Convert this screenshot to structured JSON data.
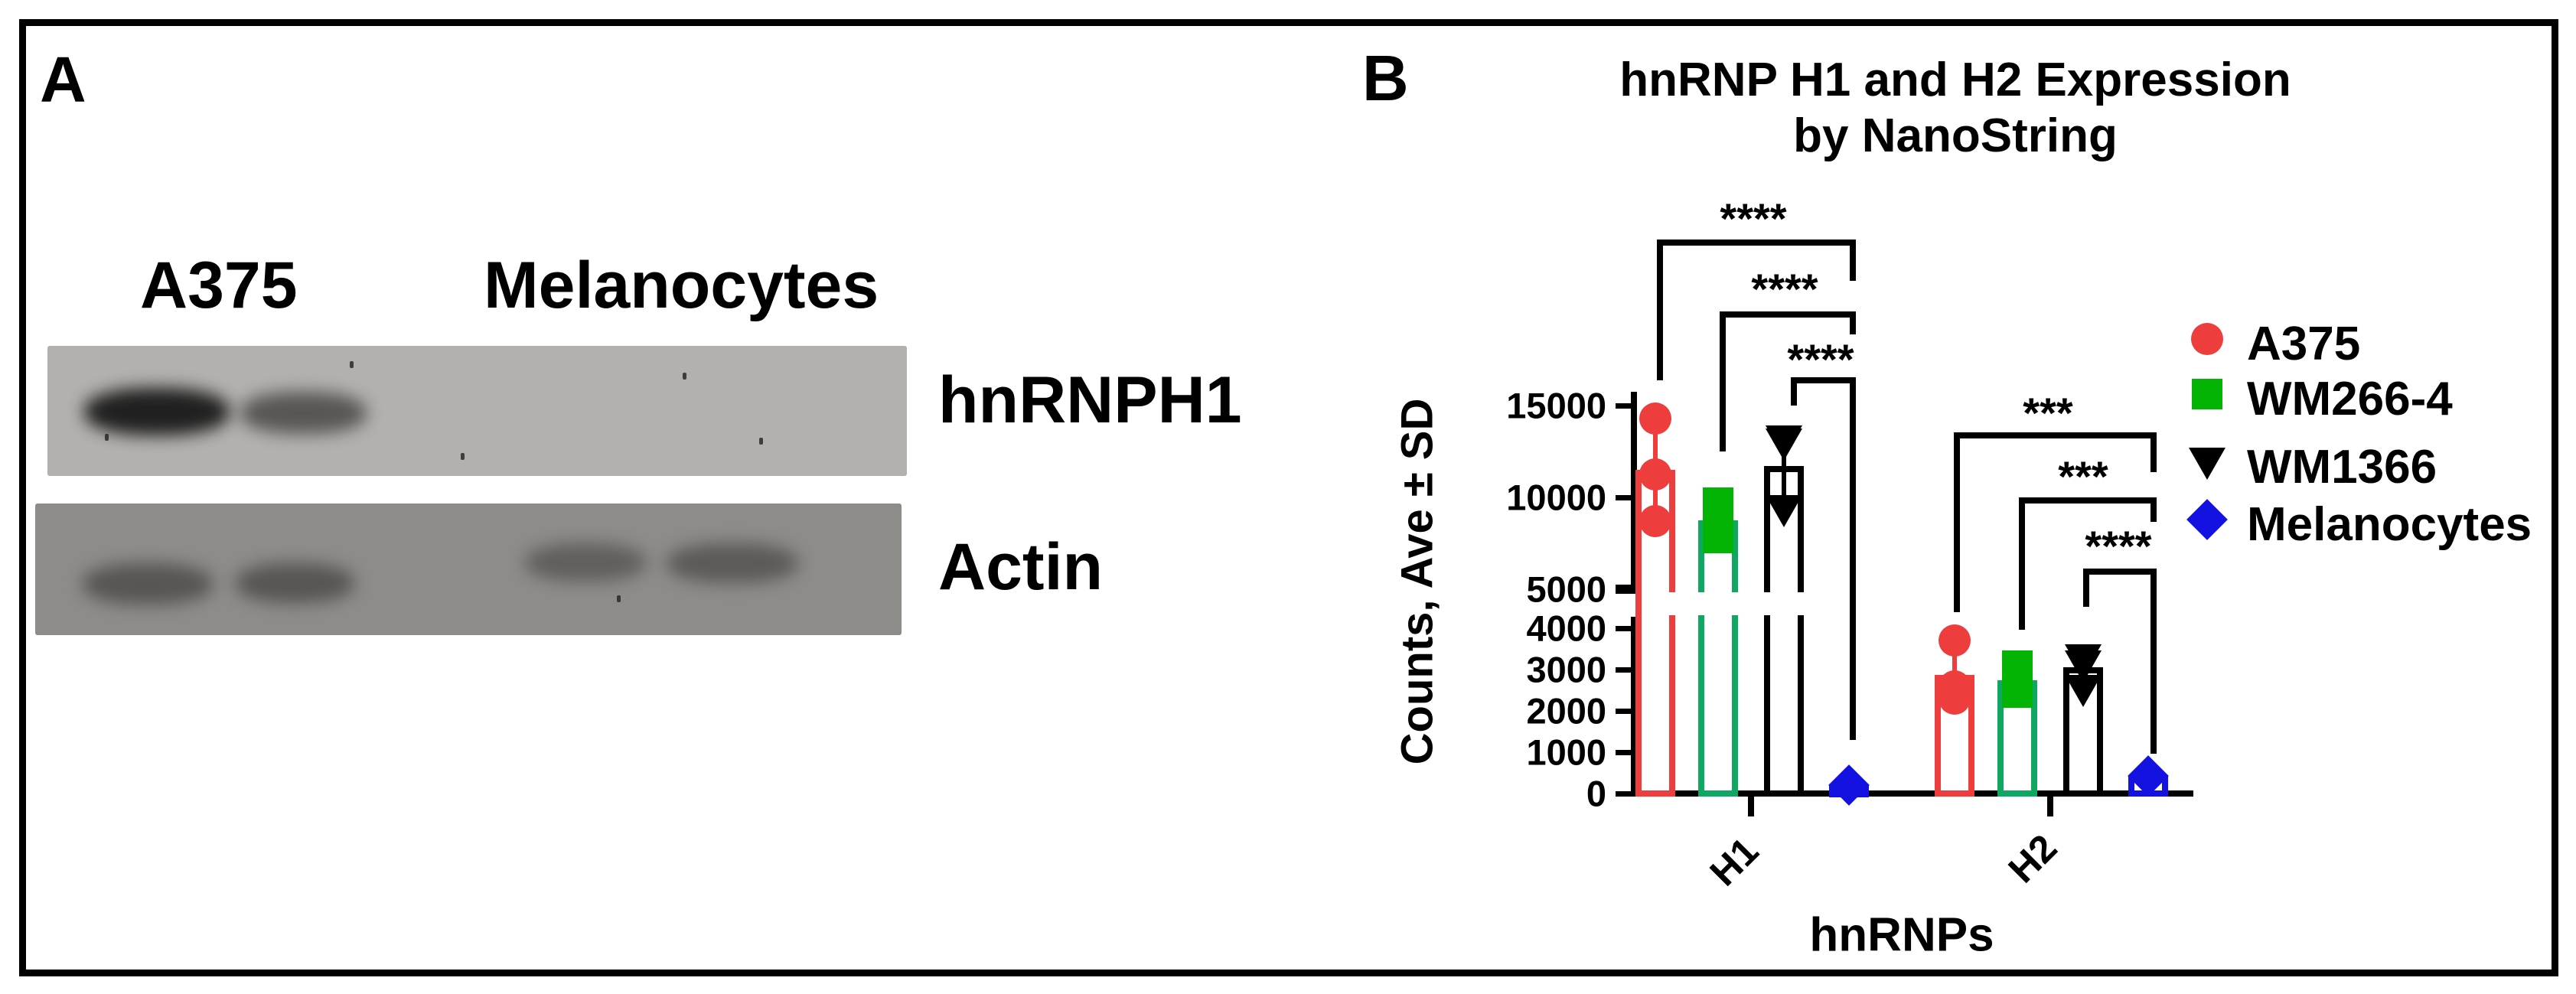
{
  "figure": {
    "panel_a": {
      "label": "A",
      "column_labels": [
        "A375",
        "Melanocytes"
      ],
      "blots": [
        {
          "label": "hnRNPH1",
          "bands": [
            {
              "lane": "A375-1",
              "intensity": "strong"
            },
            {
              "lane": "A375-2",
              "intensity": "medium"
            },
            {
              "lane": "Melanocytes-1",
              "intensity": "none"
            },
            {
              "lane": "Melanocytes-2",
              "intensity": "none"
            }
          ]
        },
        {
          "label": "Actin",
          "bands": [
            {
              "lane": "A375-1",
              "intensity": "medium"
            },
            {
              "lane": "A375-2",
              "intensity": "medium"
            },
            {
              "lane": "Melanocytes-1",
              "intensity": "medium"
            },
            {
              "lane": "Melanocytes-2",
              "intensity": "medium"
            }
          ]
        }
      ]
    },
    "panel_b": {
      "label": "B",
      "title_line1": "hnRNP H1 and H2 Expression",
      "title_line2": "by  NanoString",
      "ylabel": "Counts, Ave ± SD",
      "xlabel": "hnRNPs"
    }
  },
  "chart_data": {
    "type": "bar",
    "title": "hnRNP H1 and H2 Expression by NanoString",
    "xlabel": "hnRNPs",
    "ylabel": "Counts, Ave ± SD",
    "categories": [
      "H1",
      "H2"
    ],
    "yticks": [
      0,
      1000,
      2000,
      3000,
      4000,
      5000,
      10000,
      15000
    ],
    "y_axis_break": {
      "lower_range": [
        0,
        4000
      ],
      "upper_range": [
        5000,
        15000
      ]
    },
    "grid": false,
    "legend_position": "right",
    "series": [
      {
        "name": "A375",
        "marker": "circle",
        "color": "#ee3d3d",
        "means": [
          11500,
          2870
        ],
        "points": [
          [
            14300,
            11250,
            8700
          ],
          [
            3700,
            2600,
            2300
          ]
        ]
      },
      {
        "name": "WM266-4",
        "marker": "square",
        "color": "#04b404",
        "bar_color": "#0fa862",
        "means": [
          8730,
          2750
        ],
        "points": [
          [
            9700,
            8700,
            7800
          ],
          [
            3100,
            2750,
            2450
          ]
        ]
      },
      {
        "name": "WM1366",
        "marker": "triangle-down",
        "color": "#000000",
        "means": [
          11700,
          3050
        ],
        "points": [
          [
            13100,
            12900,
            9300
          ],
          [
            3250,
            3100,
            2500
          ]
        ]
      },
      {
        "name": "Melanocytes",
        "marker": "diamond",
        "color": "#1412e0",
        "means": [
          200,
          430
        ],
        "points": [
          [
            200
          ],
          [
            430
          ]
        ]
      }
    ],
    "significance": [
      {
        "group": "H1",
        "comparison": "A375 vs Melanocytes",
        "label": "****"
      },
      {
        "group": "H1",
        "comparison": "WM266-4 vs Melanocytes",
        "label": "****"
      },
      {
        "group": "H1",
        "comparison": "WM1366 vs Melanocytes",
        "label": "****"
      },
      {
        "group": "H2",
        "comparison": "A375 vs Melanocytes",
        "label": "***"
      },
      {
        "group": "H2",
        "comparison": "WM266-4 vs Melanocytes",
        "label": "***"
      },
      {
        "group": "H2",
        "comparison": "WM1366 vs Melanocytes",
        "label": "****"
      }
    ]
  }
}
